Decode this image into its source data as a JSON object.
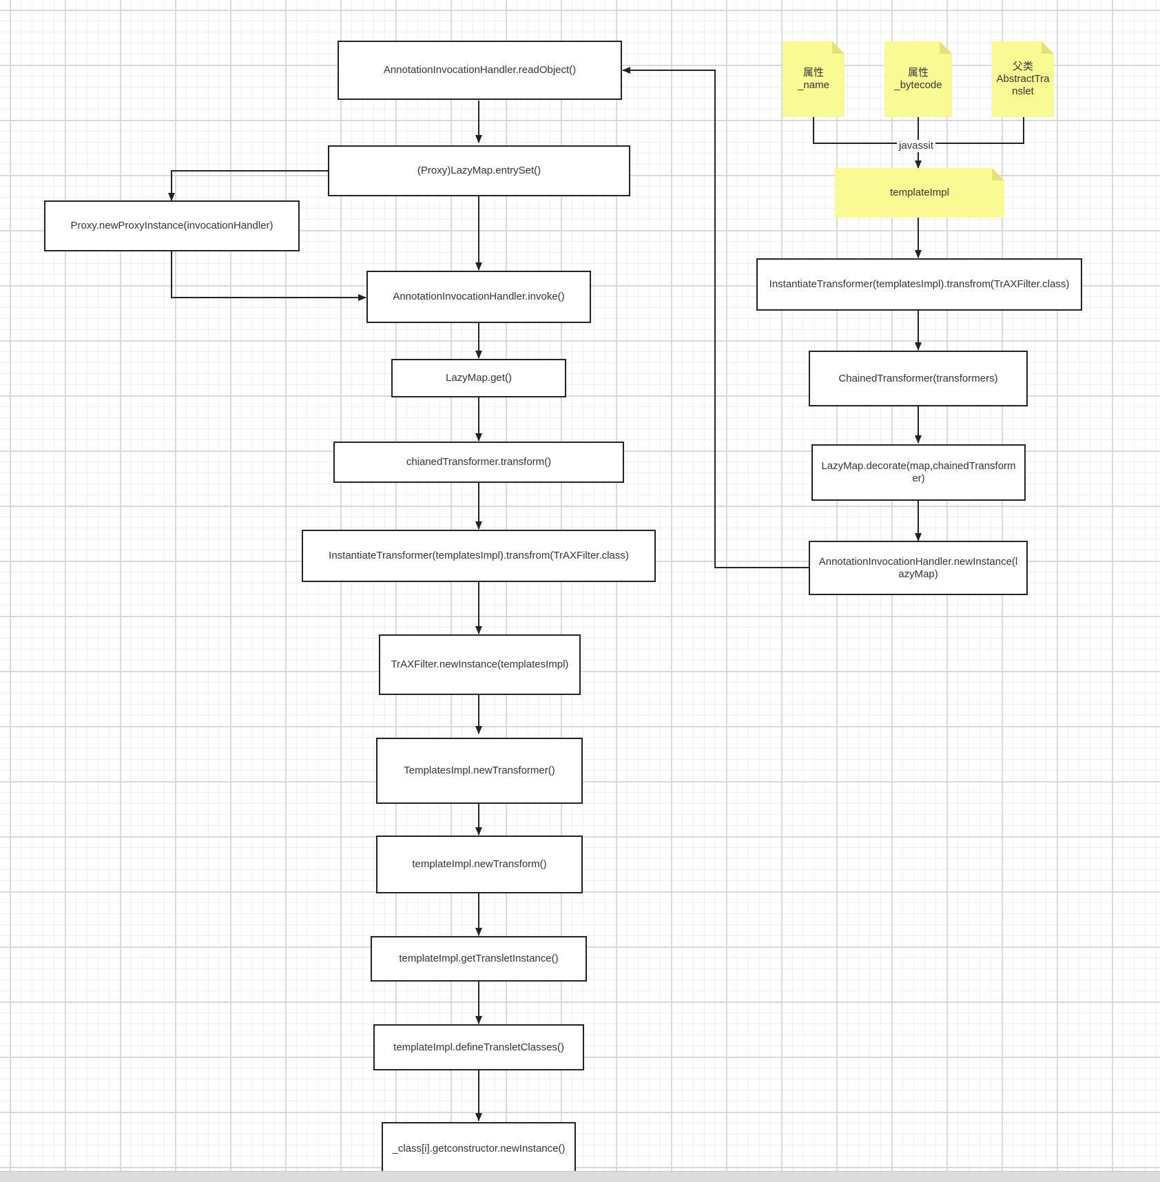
{
  "diagram": {
    "nodes": [
      {
        "id": "readobject",
        "label": "AnnotationInvocationHandler.readObject()"
      },
      {
        "id": "entryset",
        "label": "(Proxy)LazyMap.entrySet()"
      },
      {
        "id": "newproxy",
        "label": "Proxy.newProxyInstance(invocationHandler)"
      },
      {
        "id": "invoke",
        "label": "AnnotationInvocationHandler.invoke()"
      },
      {
        "id": "lazymap-get",
        "label": "LazyMap.get()"
      },
      {
        "id": "chained-transform",
        "label": "chianedTransformer.transform()"
      },
      {
        "id": "instantiate-left",
        "label": "InstantiateTransformer(templatesImpl).transfrom(TrAXFilter.class)"
      },
      {
        "id": "traxfilter",
        "label": "TrAXFilter.newInstance(templatesImpl)"
      },
      {
        "id": "new-transformer",
        "label": "TemplatesImpl.newTransformer()"
      },
      {
        "id": "new-transform",
        "label": "templateImpl.newTransform()"
      },
      {
        "id": "get-translet",
        "label": "templateImpl.getTransletInstance()"
      },
      {
        "id": "define-classes",
        "label": "templateImpl.defineTransletClasses()"
      },
      {
        "id": "class-newinstance",
        "label": "_class[i].getconstructor.newInstance()"
      },
      {
        "id": "instantiate-right",
        "label": "InstantiateTransformer(templatesImpl).transfrom(TrAXFilter.class)"
      },
      {
        "id": "chained-ctor",
        "label": "ChainedTransformer(transformers)"
      },
      {
        "id": "decorate",
        "label": "LazyMap.decorate(map,chainedTransformer)"
      },
      {
        "id": "aih-newinstance",
        "label": "AnnotationInvocationHandler.newInstance(lazyMap)"
      }
    ],
    "notes": [
      {
        "id": "note-name",
        "label": "属性\n_name"
      },
      {
        "id": "note-bytecode",
        "label": "属性\n_bytecode"
      },
      {
        "id": "note-parent",
        "label": "父类\nAbstractTranslet"
      },
      {
        "id": "note-templateimpl",
        "label": "templateImpl"
      }
    ],
    "edge_labels": {
      "javassit": "javassit"
    },
    "colors": {
      "stroke": "#222222",
      "note_fill": "#fafa94",
      "text": "#333333"
    }
  }
}
